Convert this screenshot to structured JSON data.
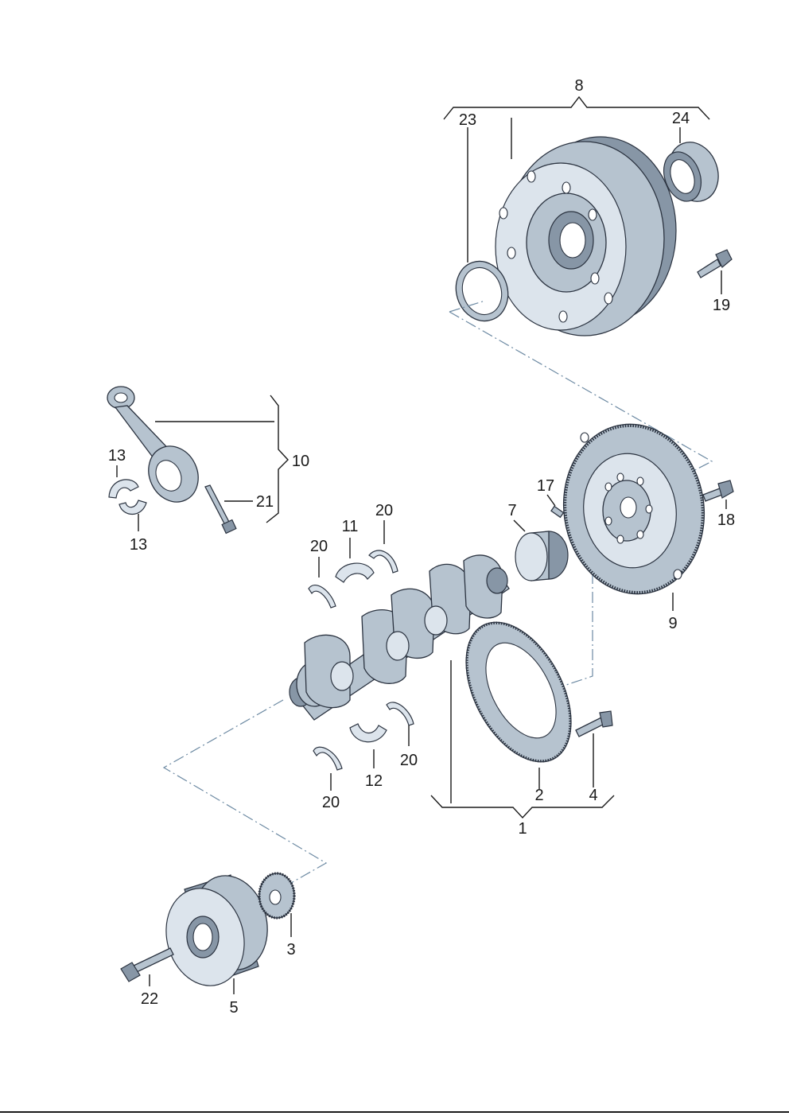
{
  "callouts": {
    "c1": "1",
    "c2": "2",
    "c3": "3",
    "c4": "4",
    "c5": "5",
    "c7": "7",
    "c8": "8",
    "c9": "9",
    "c10": "10",
    "c11": "11",
    "c12": "12",
    "c13a": "13",
    "c13b": "13",
    "c17": "17",
    "c18": "18",
    "c19": "19",
    "c20a": "20",
    "c20b": "20",
    "c20c": "20",
    "c20d": "20",
    "c21": "21",
    "c22": "22",
    "c23": "23",
    "c24": "24"
  }
}
